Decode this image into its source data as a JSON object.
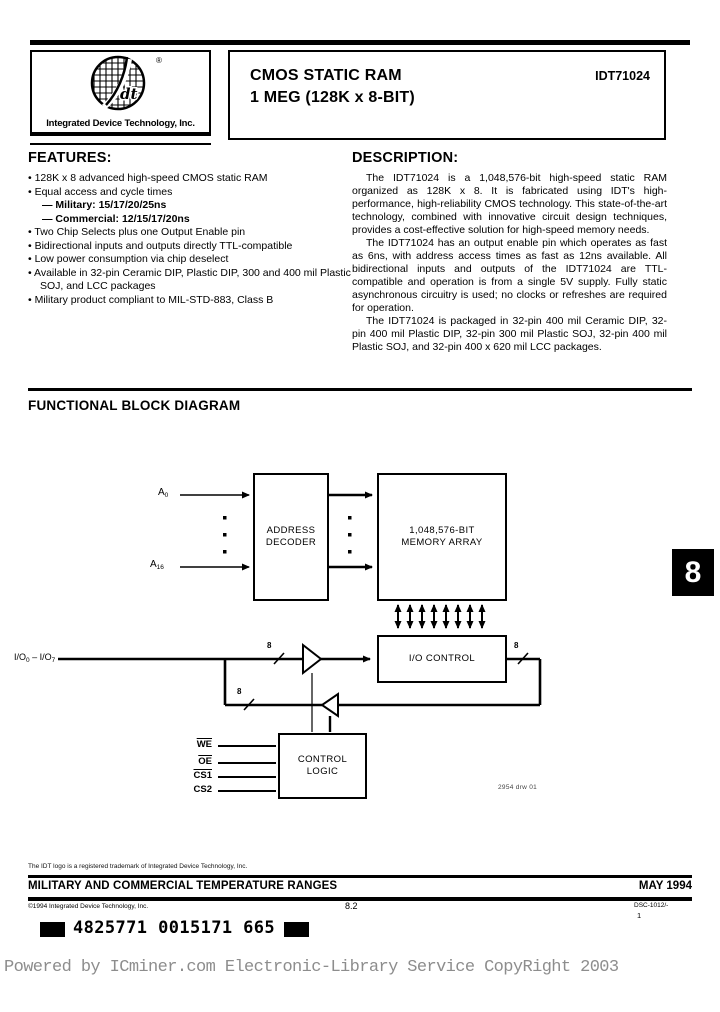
{
  "header": {
    "logo_script": "dt",
    "logo_reg": "®",
    "logo_company": "Integrated Device Technology, Inc.",
    "title_line1": "CMOS STATIC RAM",
    "title_line2": "1 MEG (128K x 8-BIT)",
    "part_number": "IDT71024"
  },
  "features": {
    "heading": "FEATURES:",
    "items": [
      "128K x 8 advanced high-speed CMOS static RAM",
      "Equal access and cycle times",
      "Two Chip Selects plus one Output Enable pin",
      "Bidirectional inputs and outputs directly TTL-compatible",
      "Low power consumption via chip deselect",
      "Available in 32-pin Ceramic DIP, Plastic DIP, 300 and 400 mil Plastic SOJ, and LCC packages",
      "Military product compliant to MIL-STD-883, Class B"
    ],
    "sub_items": [
      "— Military: 15/17/20/25ns",
      "— Commercial: 12/15/17/20ns"
    ]
  },
  "description": {
    "heading": "DESCRIPTION:",
    "para1": "The IDT71024 is a 1,048,576-bit high-speed static RAM organized as 128K x 8. It is fabricated using IDT's high-performance, high-reliability CMOS technology. This state-of-the-art technology, combined with innovative circuit design techniques, provides a cost-effective solution for high-speed memory needs.",
    "para2": "The IDT71024 has an output enable pin which operates as fast as 6ns, with address access times as fast as 12ns available. All bidirectional inputs and outputs of the IDT71024 are TTL-compatible and operation is from a single 5V supply. Fully static asynchronous circuitry is used; no clocks or refreshes are required for operation.",
    "para3": "The IDT71024 is packaged in 32-pin 400 mil Ceramic DIP, 32-pin 400 mil Plastic DIP, 32-pin 300 mil Plastic SOJ, 32-pin 400 mil Plastic SOJ, and 32-pin 400 x 620 mil LCC packages."
  },
  "diagram": {
    "heading": "FUNCTIONAL BLOCK DIAGRAM",
    "decoder_l1": "ADDRESS",
    "decoder_l2": "DECODER",
    "memory_l1": "1,048,576-BIT",
    "memory_l2": "MEMORY ARRAY",
    "io_control": "I/O CONTROL",
    "control_l1": "CONTROL",
    "control_l2": "LOGIC",
    "a0": {
      "base": "A",
      "sub": "0"
    },
    "a16": {
      "base": "A",
      "sub": "16"
    },
    "io_label": {
      "p1": "I/O",
      "s1": "0",
      "p2": " – I/O",
      "s2": "7"
    },
    "bus_width": "8",
    "control_inputs": [
      {
        "label": "WE"
      },
      {
        "label": "OE"
      },
      {
        "label": "CS1"
      },
      {
        "label": "CS2"
      }
    ],
    "drawing_ref": "2954 drw 01"
  },
  "section_tab": "8",
  "footer": {
    "trademark_note": "The IDT logo is a registered trademark of Integrated Device Technology, Inc.",
    "temp_ranges": "MILITARY AND COMMERCIAL TEMPERATURE RANGES",
    "date": "MAY 1994",
    "copyright": "©1994 Integrated Device Technology, Inc.",
    "page_section": "8.2",
    "doc_code": "DSC-1012/-",
    "doc_page": "1",
    "barcode_text": "4825771 0015171 665"
  },
  "watermark": "Powered by ICminer.com Electronic-Library Service CopyRight 2003"
}
